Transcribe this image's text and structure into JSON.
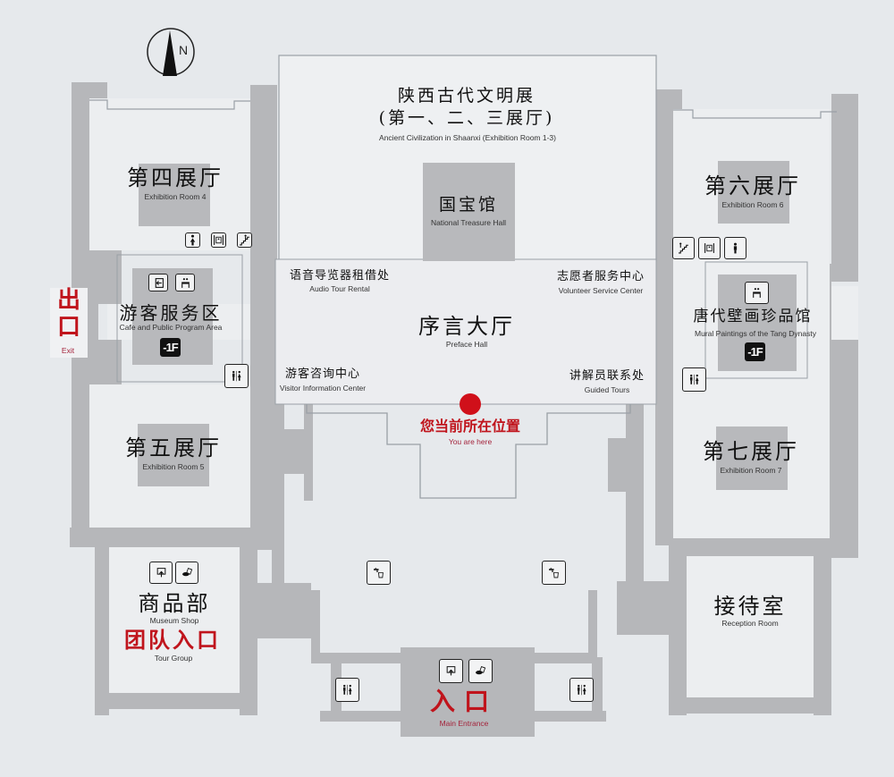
{
  "map": {
    "compass": {
      "label": "N"
    },
    "colors": {
      "wall": "#b4b5b8",
      "floor": "#ecedef",
      "accent_red": "#c0141c",
      "badge": "#111111"
    },
    "exhibit_main": {
      "zh_line1": "陕西古代文明展",
      "zh_line2": "(第一、二、三展厅)",
      "en": "Ancient Civilization in Shaanxi (Exhibition Room 1-3)"
    },
    "treasure_hall": {
      "zh": "国宝馆",
      "en": "National Treasure Hall"
    },
    "preface_hall": {
      "zh": "序言大厅",
      "en": "Preface Hall"
    },
    "audio_tour": {
      "zh": "语音导览器租借处",
      "en": "Audio Tour Rental"
    },
    "volunteer": {
      "zh": "志愿者服务中心",
      "en": "Volunteer Service Center"
    },
    "visitor_info": {
      "zh": "游客咨询中心",
      "en": "Visitor Information Center"
    },
    "guided_tours": {
      "zh": "讲解员联系处",
      "en": "Guided Tours"
    },
    "you_are_here": {
      "zh": "您当前所在位置",
      "en": "You are here"
    },
    "room4": {
      "zh": "第四展厅",
      "en": "Exhibition Room 4"
    },
    "room5": {
      "zh": "第五展厅",
      "en": "Exhibition Room 5"
    },
    "room6": {
      "zh": "第六展厅",
      "en": "Exhibition Room 6"
    },
    "room7": {
      "zh": "第七展厅",
      "en": "Exhibition Room 7"
    },
    "cafe": {
      "zh": "游客服务区",
      "en": "Cafe and Public Program Area",
      "floor": "-1F"
    },
    "mural": {
      "zh": "唐代壁画珍品馆",
      "en": "Mural Paintings of the Tang Dynasty",
      "floor": "-1F"
    },
    "exit": {
      "zh": "出口",
      "en": "Exit"
    },
    "shop": {
      "zh": "商品部",
      "en": "Museum Shop"
    },
    "tour_group": {
      "zh": "团队入口",
      "en": "Tour Group"
    },
    "reception": {
      "zh": "接待室",
      "en": "Reception Room"
    },
    "main_entrance": {
      "zh": "入口",
      "en": "Main Entrance"
    }
  }
}
